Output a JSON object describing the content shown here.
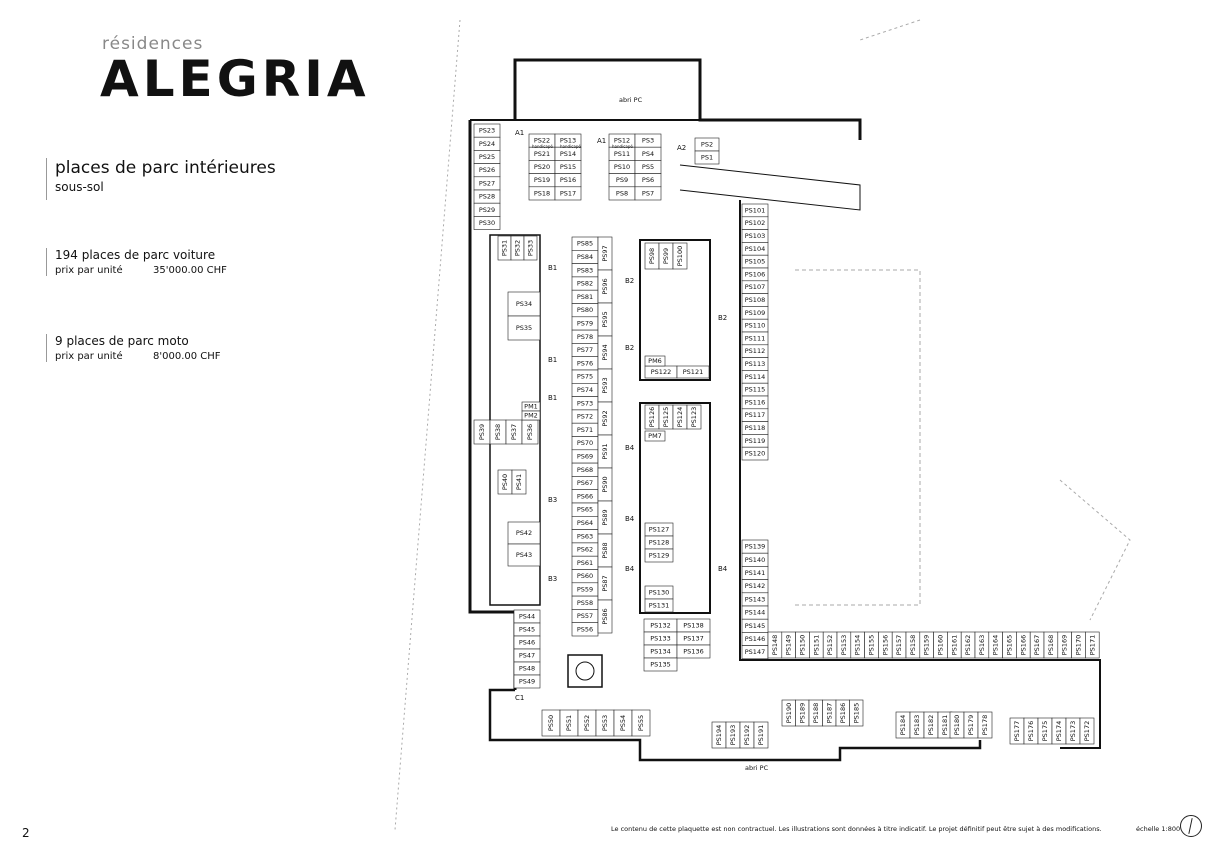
{
  "brand": {
    "subtitle": "résidences",
    "name": "ALEGRIA"
  },
  "header": {
    "title": "places de parc intérieures",
    "subtitle": "sous-sol"
  },
  "car_parking": {
    "heading": "194 places de parc voiture",
    "price_label": "prix par unité",
    "price_value": "35'000.00 CHF"
  },
  "moto_parking": {
    "heading": "9 places de parc moto",
    "price_label": "prix par unité",
    "price_value": "8'000.00 CHF"
  },
  "footer": {
    "page_number": "2",
    "disclaimer": "Le contenu de cette plaquette est non contractuel. Les illustrations sont données à titre indicatif. Le projet définitif peut être sujet à des modifications.",
    "scale": "échelle 1:800"
  },
  "plan": {
    "entrances": [
      "A1",
      "A1",
      "A2"
    ],
    "stair_labels": [
      "B1",
      "B1",
      "B1",
      "B2",
      "B2",
      "B2",
      "B3",
      "B3",
      "B4",
      "B4",
      "B4",
      "B4",
      "C1"
    ],
    "shelter_label": "abri PC",
    "handicap_label": "handicapé",
    "bays": {
      "west_column": [
        "PS23",
        "PS24",
        "PS25",
        "PS26",
        "PS27",
        "PS28",
        "PS29",
        "PS30"
      ],
      "north_block": [
        "PS22",
        "PS13",
        "PS21",
        "PS14",
        "PS20",
        "PS15",
        "PS19",
        "PS16",
        "PS18",
        "PS17"
      ],
      "north_block_2": [
        "PS12",
        "PS3",
        "PS11",
        "PS4",
        "PS10",
        "PS5",
        "PS9",
        "PS6",
        "PS8",
        "PS7"
      ],
      "north_pair": [
        "PS2",
        "PS1"
      ],
      "west_inner_top": [
        "PS31",
        "PS32",
        "PS33"
      ],
      "west_inner_mid": [
        "PS34",
        "PS35"
      ],
      "west_inner_row": [
        "PS39",
        "PS38",
        "PS37",
        "PS36"
      ],
      "west_inner_low": [
        "PS40",
        "PS41",
        "PS42",
        "PS43"
      ],
      "west_lower": [
        "PS44",
        "PS45",
        "PS46",
        "PS47",
        "PS48",
        "PS49"
      ],
      "central_left": [
        "PS85",
        "PS84",
        "PS83",
        "PS82",
        "PS81",
        "PS80",
        "PS79",
        "PS78",
        "PS77",
        "PS76",
        "PS75",
        "PS74",
        "PS73",
        "PS72",
        "PS71",
        "PS70",
        "PS69",
        "PS68",
        "PS67",
        "PS66",
        "PS65",
        "PS64",
        "PS63",
        "PS62",
        "PS61",
        "PS60",
        "PS59",
        "PS58",
        "PS57",
        "PS56"
      ],
      "central_right": [
        "PS97",
        "PS96",
        "PS95",
        "PS94",
        "PS93",
        "PS92",
        "PS91",
        "PS90",
        "PS89",
        "PS88",
        "PS87",
        "PS86"
      ],
      "core_b2": [
        "PS98",
        "PS99",
        "PS100",
        "PS122",
        "PS121"
      ],
      "core_b4": [
        "PS126",
        "PS125",
        "PS124",
        "PS123",
        "PS127",
        "PS128",
        "PS129",
        "PS130",
        "PS131"
      ],
      "south_mid": [
        "PS132",
        "PS138",
        "PS133",
        "PS137",
        "PS134",
        "PS136",
        "PS135"
      ],
      "east_upper": [
        "PS101",
        "PS102",
        "PS103",
        "PS104",
        "PS105",
        "PS106",
        "PS107",
        "PS108",
        "PS109",
        "PS110",
        "PS111",
        "PS112",
        "PS113",
        "PS114",
        "PS115",
        "PS116",
        "PS117",
        "PS118",
        "PS119",
        "PS120"
      ],
      "east_lower": [
        "PS139",
        "PS140",
        "PS141",
        "PS142",
        "PS143",
        "PS144",
        "PS145",
        "PS146",
        "PS147"
      ],
      "south_east_row": [
        "PS148",
        "PS149",
        "PS150",
        "PS151",
        "PS152",
        "PS153",
        "PS154",
        "PS155",
        "PS156",
        "PS157",
        "PS158",
        "PS159",
        "PS160",
        "PS161",
        "PS162",
        "PS163",
        "PS164",
        "PS165",
        "PS166",
        "PS167",
        "PS168",
        "PS169",
        "PS170",
        "PS171"
      ],
      "south_row": [
        "PS50",
        "PS51",
        "PS52",
        "PS53",
        "PS54",
        "PS55"
      ],
      "south_row_2": [
        "PS194",
        "PS193",
        "PS192",
        "PS191",
        "PS190",
        "PS189",
        "PS188",
        "PS187",
        "PS186",
        "PS185",
        "PS184",
        "PS183",
        "PS182",
        "PS181",
        "PS180",
        "PS179",
        "PS178",
        "PS177",
        "PS176",
        "PS175",
        "PS174",
        "PS173",
        "PS172"
      ],
      "moto": [
        "PM1",
        "PM2",
        "PM6",
        "PM7"
      ]
    }
  }
}
